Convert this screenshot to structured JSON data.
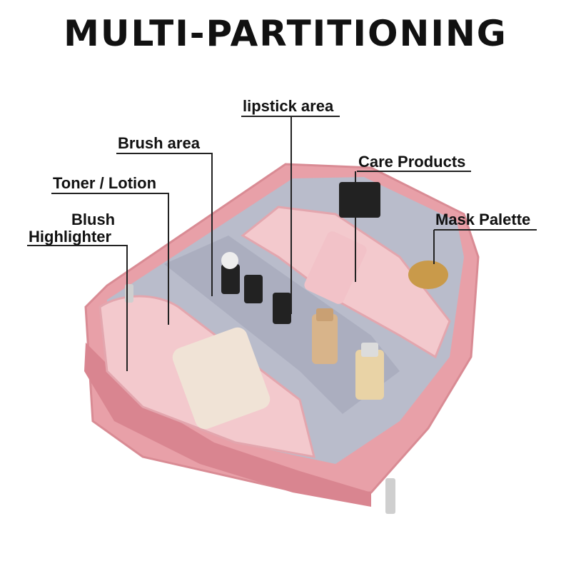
{
  "headline": "MULTI-PARTITIONING",
  "callouts": {
    "lipstick": "lipstick area",
    "brush": "Brush area",
    "care": "Care Products",
    "toner": "Toner / Lotion",
    "mask": "Mask Palette",
    "blush_line1": "Blush",
    "blush_line2": "Highlighter"
  },
  "colors": {
    "bag_pink": "#e8a0a8",
    "bag_light": "#f3c9cd",
    "lining": "#b9bccb",
    "lining_dark": "#9a9db0",
    "leader_line": "#222222"
  }
}
